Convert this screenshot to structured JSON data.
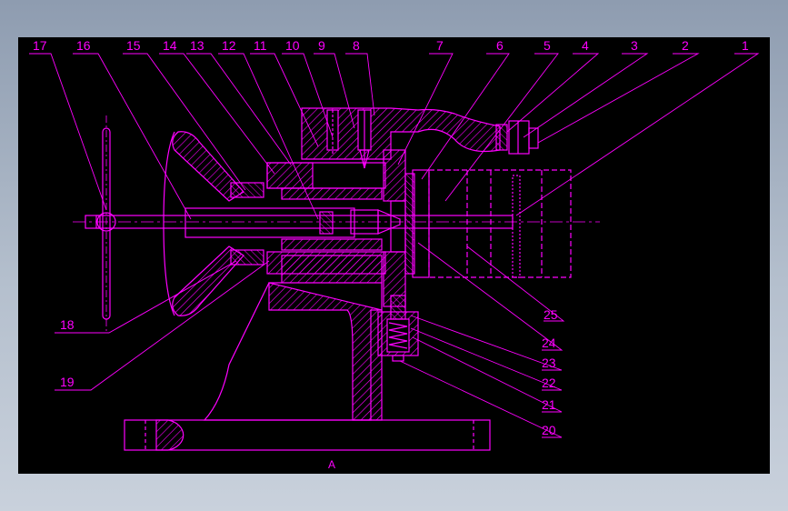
{
  "drawing": {
    "view_label": "A",
    "colors": {
      "background": "#000000",
      "line": "#ff00ff",
      "frame": "#c9d1dc"
    },
    "labels_top": [
      "17",
      "16",
      "15",
      "14",
      "13",
      "12",
      "11",
      "10",
      "9",
      "8",
      "7",
      "6",
      "5",
      "4",
      "3",
      "2",
      "1"
    ],
    "labels_left": [
      "18",
      "19"
    ],
    "labels_right": [
      "25",
      "24",
      "23",
      "22",
      "21",
      "20"
    ]
  }
}
